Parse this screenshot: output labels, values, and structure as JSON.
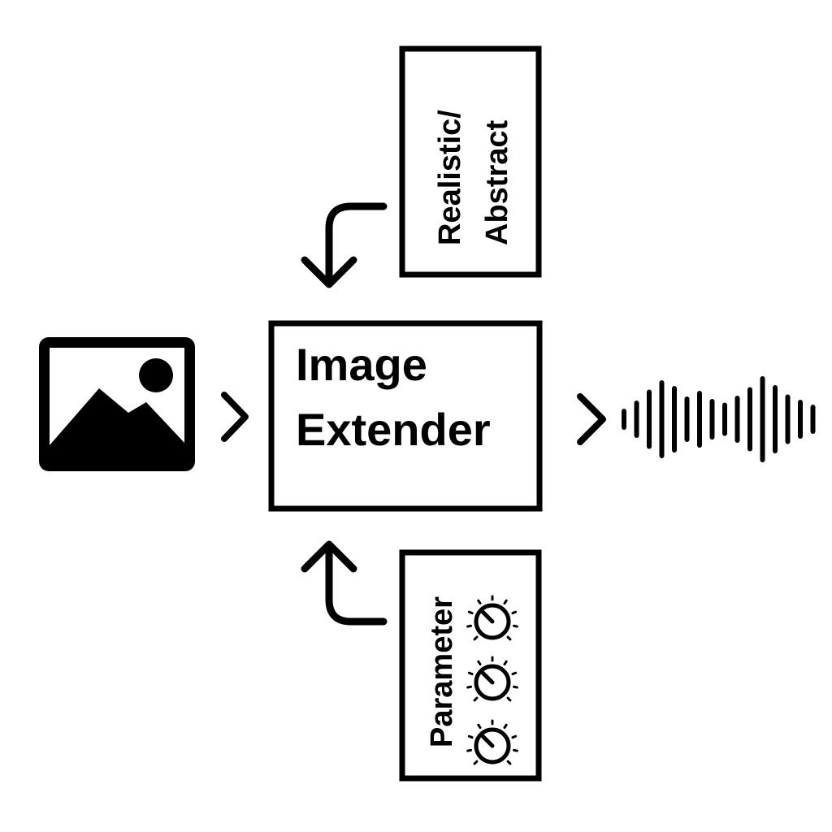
{
  "colors": {
    "stroke": "#000000",
    "background": "#ffffff"
  },
  "main_box": {
    "line1": "Image",
    "line2": "Extender"
  },
  "style_box": {
    "line1": "Realistic/",
    "line2": "Abstract"
  },
  "param_box": {
    "label": "Parameter",
    "knob_count": 3
  },
  "input": {
    "icon": "image-icon"
  },
  "output": {
    "icon": "audio-waveform-icon",
    "bar_heights": [
      0.2,
      0.4,
      0.67,
      0.9,
      0.76,
      0.5,
      0.64,
      0.44,
      0.35,
      0.52,
      0.73,
      1.0,
      0.78,
      0.55,
      0.42,
      0.3
    ]
  }
}
